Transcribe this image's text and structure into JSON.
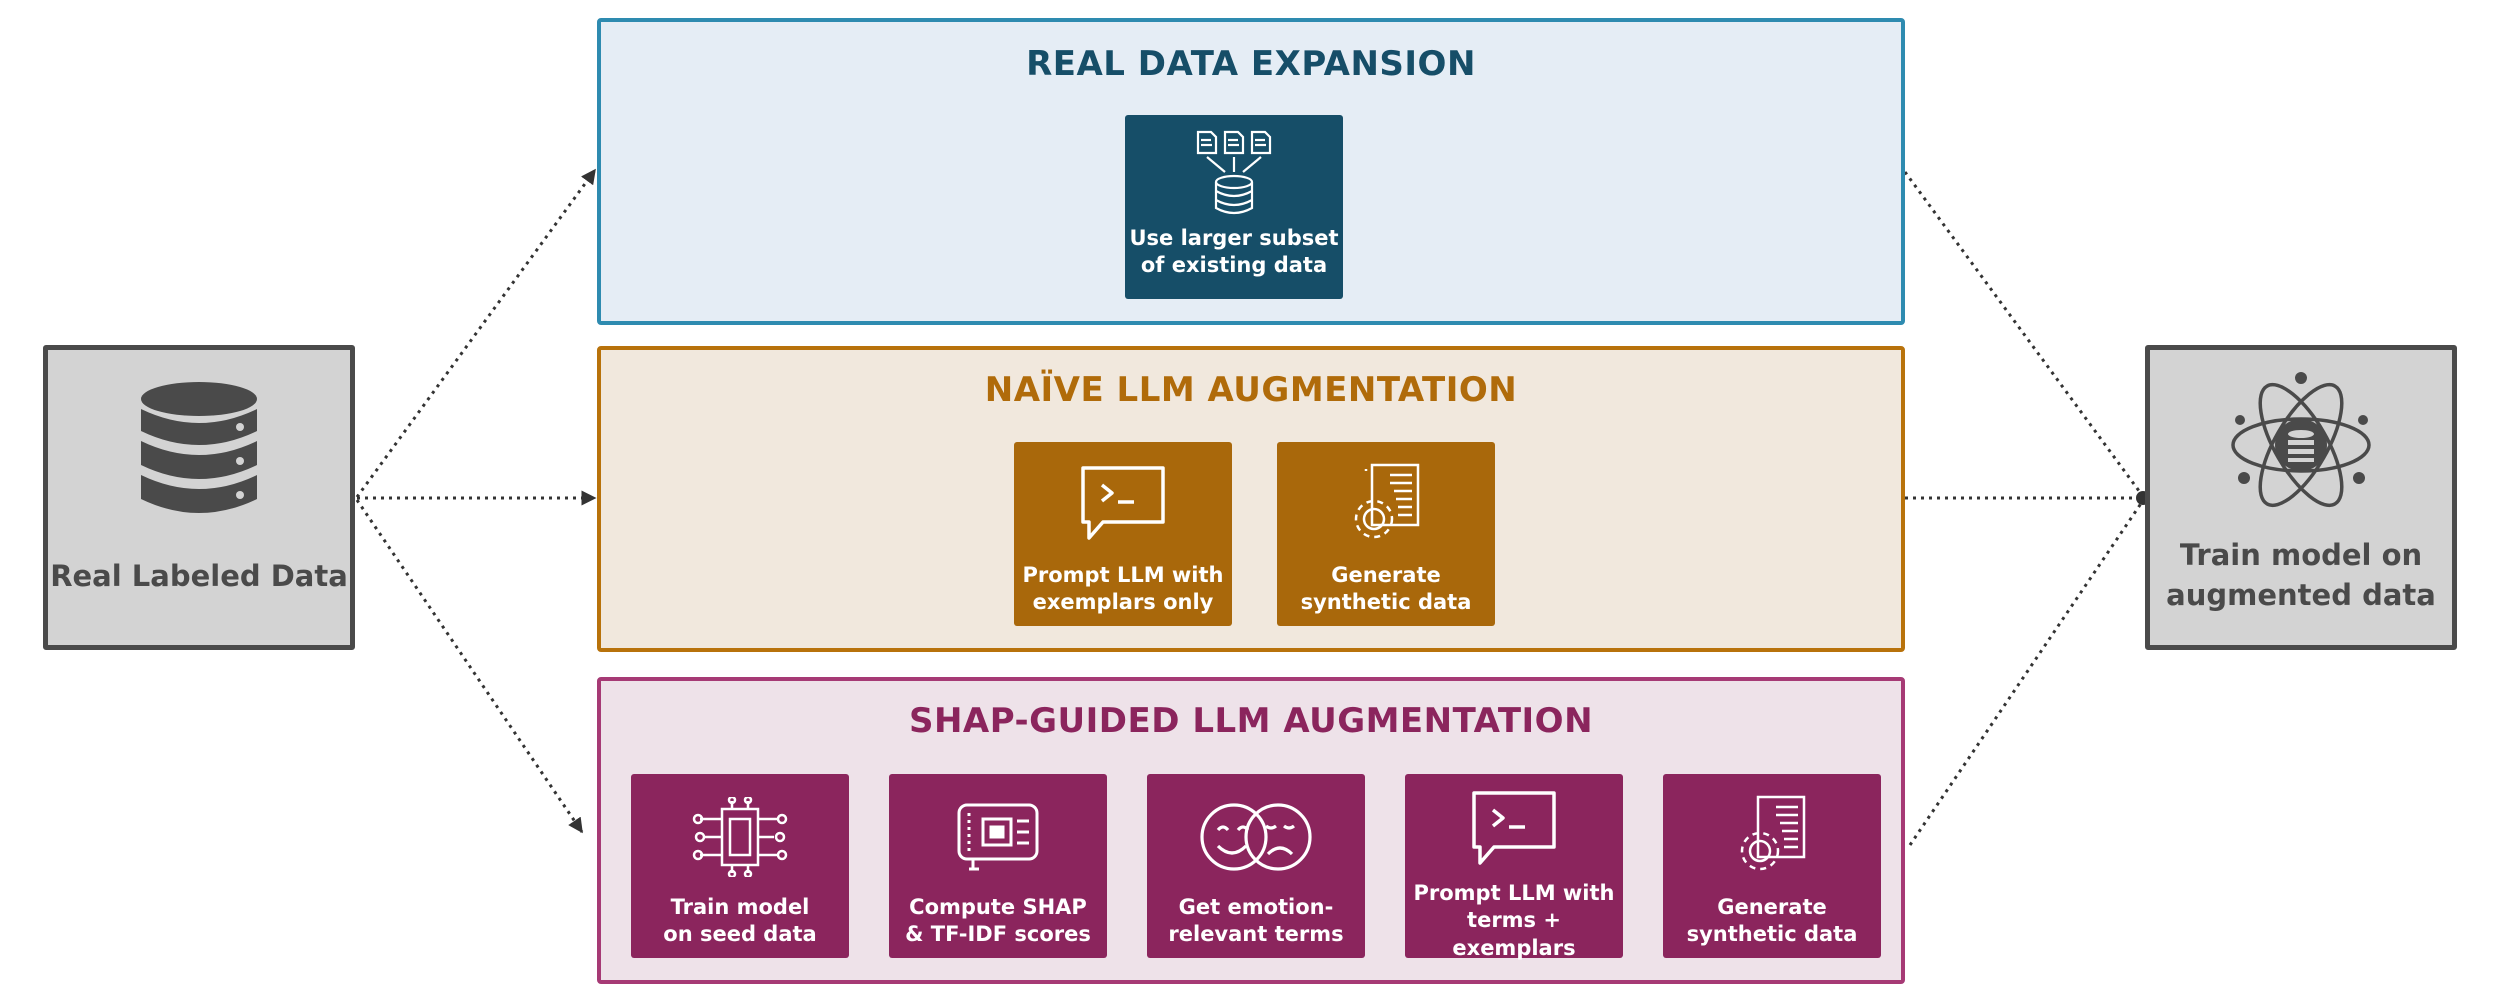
{
  "colors": {
    "endpoint_border": "#4a4a4a",
    "endpoint_fill": "#d3d3d3",
    "real": {
      "border": "#2e8bb0",
      "fill": "#e5edf5",
      "accent": "#164e68",
      "title": "#164e68"
    },
    "naive": {
      "border": "#b8720b",
      "fill": "#f1e8dd",
      "accent": "#a9680b",
      "title": "#b06b0a"
    },
    "shap": {
      "border": "#a63a75",
      "fill": "#eee2e9",
      "accent": "#8b255d",
      "title": "#8b255d"
    }
  },
  "source": {
    "label": "Real Labeled Data",
    "icon": "database-icon"
  },
  "target": {
    "label_line1": "Train model on",
    "label_line2": "augmented data",
    "icon": "atom-database-icon"
  },
  "real_expansion": {
    "title": "REAL DATA EXPANSION",
    "steps": [
      {
        "line1": "Use larger subset",
        "line2": "of existing data",
        "icon": "documents-to-database-icon"
      }
    ]
  },
  "naive_augmentation": {
    "title": "NAÏVE LLM AUGMENTATION",
    "steps": [
      {
        "line1": "Prompt LLM with",
        "line2": "exemplars only",
        "icon": "prompt-terminal-icon"
      },
      {
        "line1": "Generate",
        "line2": "synthetic data",
        "icon": "document-gear-icon"
      }
    ]
  },
  "shap_augmentation": {
    "title": "SHAP-GUIDED LLM AUGMENTATION",
    "steps": [
      {
        "line1": "Train model",
        "line2": "on seed data",
        "icon": "neural-network-icon"
      },
      {
        "line1": "Compute SHAP",
        "line2": "& TF-IDF scores",
        "icon": "chip-dashboard-icon"
      },
      {
        "line1": "Get emotion-",
        "line2": "relevant terms",
        "icon": "emotion-faces-icon"
      },
      {
        "line1": "Prompt LLM with",
        "line2": "terms + exemplars",
        "icon": "prompt-terminal-icon"
      },
      {
        "line1": "Generate",
        "line2": "synthetic data",
        "icon": "document-gear-icon"
      }
    ]
  }
}
